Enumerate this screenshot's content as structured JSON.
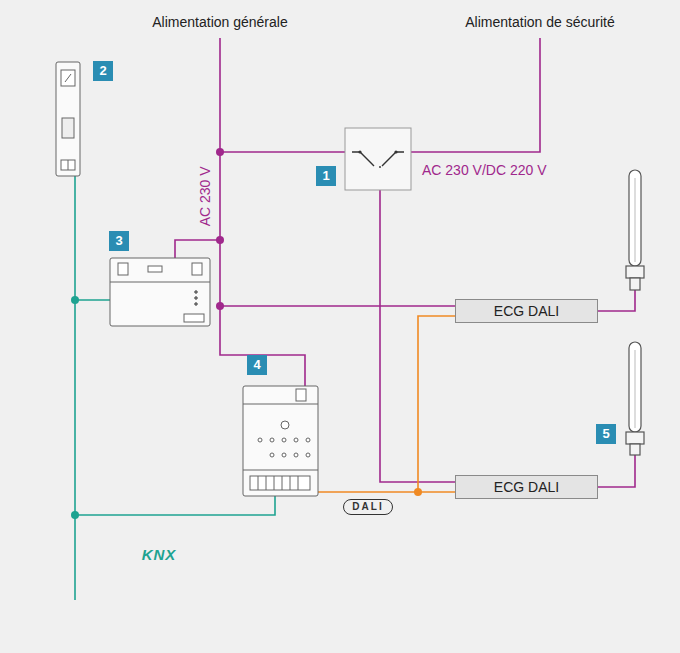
{
  "diagram": {
    "nodes": [
      {
        "text": [
          "ECG DALI"
        ]
      },
      {
        "text": [
          "ECG DALI"
        ]
      }
    ],
    "edges": [
      {
        "from": 0,
        "to": 1,
        "arrow": "none"
      }
    ],
    "labels": [
      "Alimentation générale",
      "Alimentation de sécurité",
      "2",
      "1",
      "AC 230 V/DC 220 V",
      "AC 230 V",
      "3",
      "4",
      "5",
      "DALI",
      "KNX"
    ]
  }
}
